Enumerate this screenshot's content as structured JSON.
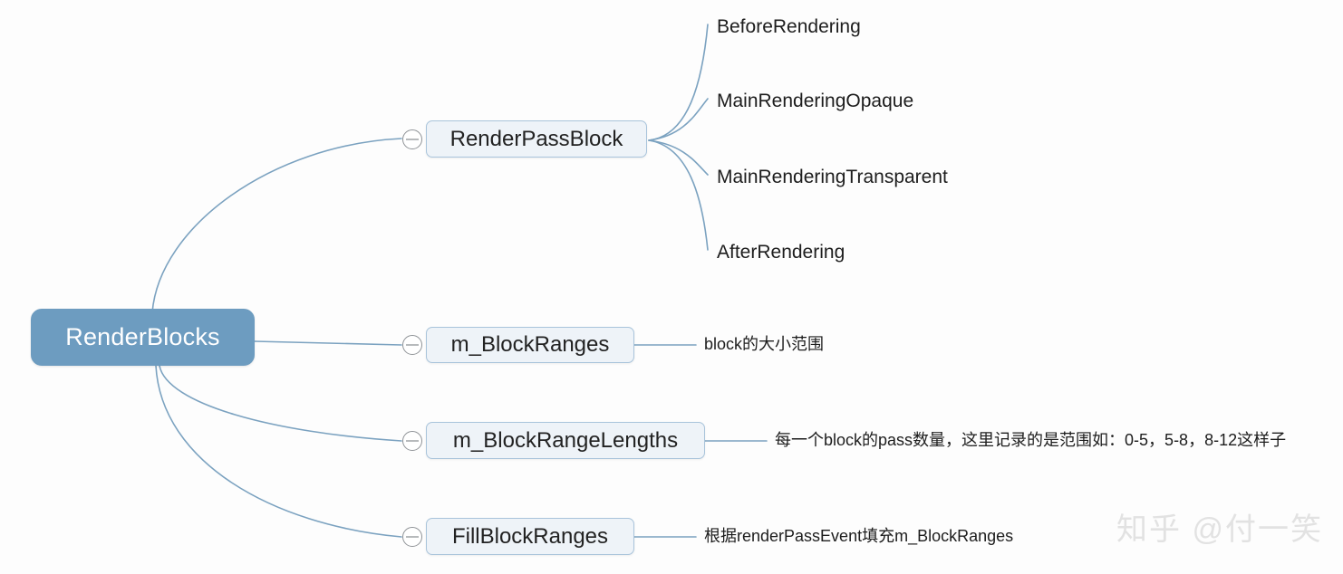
{
  "diagram": {
    "type": "mind-map",
    "title": "RenderBlocks",
    "background_color": "#fdfdfd",
    "root_color": "#6d9cc0",
    "branch_fill_color": "#eef3f8",
    "branch_border_color": "#a9c4db",
    "connector_color": "#7ba2c0",
    "root": {
      "label": "RenderBlocks"
    },
    "branches": [
      {
        "label": "RenderPassBlock",
        "toggle": "collapse-minus-icon",
        "children": [
          {
            "label": "BeforeRendering"
          },
          {
            "label": "MainRenderingOpaque"
          },
          {
            "label": "MainRenderingTransparent"
          },
          {
            "label": "AfterRendering"
          }
        ]
      },
      {
        "label": "m_BlockRanges",
        "toggle": "collapse-minus-icon",
        "note": "block的大小范围"
      },
      {
        "label": "m_BlockRangeLengths",
        "toggle": "collapse-minus-icon",
        "note": "每一个block的pass数量，这里记录的是范围如：0-5，5-8，8-12这样子"
      },
      {
        "label": "FillBlockRanges",
        "toggle": "collapse-minus-icon",
        "note": "根据renderPassEvent填充m_BlockRanges"
      }
    ]
  },
  "watermark": {
    "text": "知乎 @付一笑"
  }
}
